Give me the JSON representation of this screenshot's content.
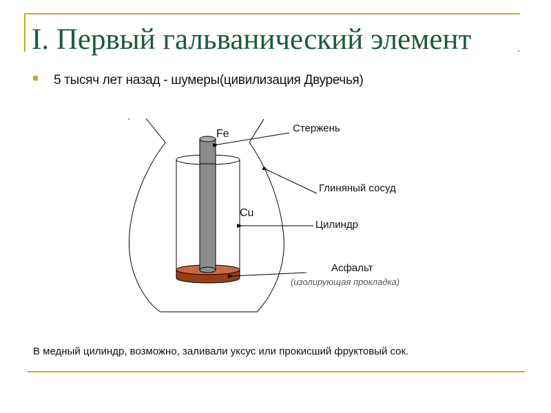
{
  "slide": {
    "title": "I. Первый гальванический элемент",
    "bullet": "5 тысяч лет назад - шумеры(цивилизация Двуречья)",
    "note": "В медный цилиндр, возможно, заливали уксус или прокисший фруктовый сок."
  },
  "diagram": {
    "fe": "Fe",
    "cu": "Cu",
    "rod_label": "Стержень",
    "vessel_label": "Глиняный сосуд",
    "cylinder_label": "Цилиндр",
    "asphalt_label": "Асфальт",
    "asphalt_sublabel": "(изолирующая прокладка)"
  },
  "colors": {
    "accent": "#c8a92a",
    "title": "#1d5a3c",
    "rod": "#8c8c8c",
    "asphalt": "#a0401a"
  }
}
